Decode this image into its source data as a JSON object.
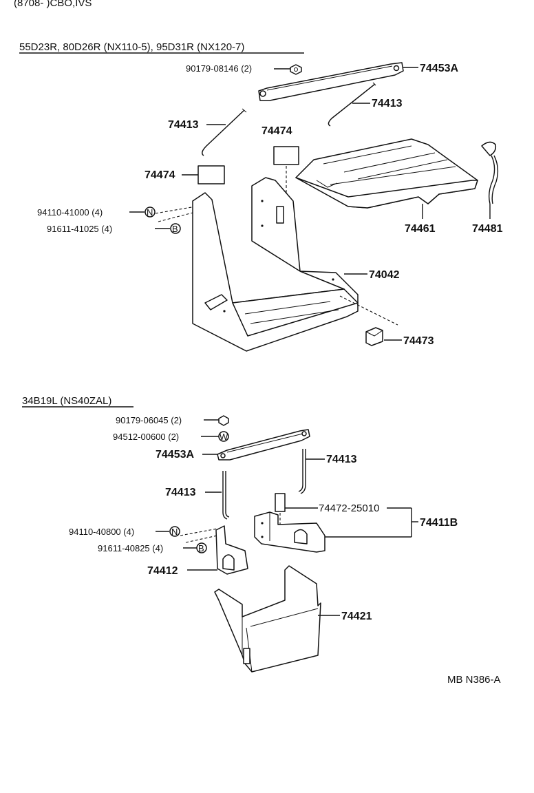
{
  "header": {
    "top_cut_text": "(8708-      )CBO,IVS"
  },
  "section1": {
    "title": "55D23R, 80D26R (NX110-5), 95D31R (NX120-7)",
    "labels": {
      "nut_a": "90179-08146 (2)",
      "clamp_a": "74453A",
      "rod_right": "74413",
      "rod_left": "74413",
      "pad_top": "74474",
      "pad_left": "74474",
      "nut_n": "94110-41000 (4)",
      "bolt_b": "91611-41025 (4)",
      "tray": "74461",
      "hose": "74481",
      "carrier": "74042",
      "stopper": "74473"
    },
    "circle_n": "N",
    "circle_b": "B"
  },
  "section2": {
    "title": "34B19L (NS40ZAL)",
    "labels": {
      "nut_a": "90179-06045 (2)",
      "washer": "94512-00600 (2)",
      "clamp_a": "74453A",
      "rod_right": "74413",
      "rod_left": "74413",
      "pad": "74472-25010",
      "bracket_group": "74411B",
      "nut_n": "94110-40800 (4)",
      "bolt_b": "91611-40825 (4)",
      "bracket_small": "74412",
      "box": "74421"
    },
    "circle_n": "N",
    "circle_w": "W",
    "circle_b": "B"
  },
  "footer": {
    "code": "MB N386-A"
  }
}
